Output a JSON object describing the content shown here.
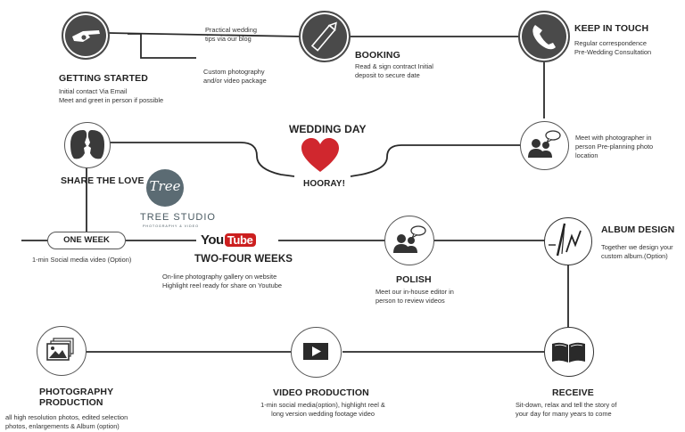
{
  "title": "Wedding Day Timeline",
  "wedding_day": {
    "title": "WEDDING DAY",
    "subtitle": "HOORAY!",
    "heart_color": "#d0272e"
  },
  "steps": {
    "getting_started": {
      "title": "GETTING STARTED",
      "desc_lines": [
        "Initial contact Via Email",
        "Meet and greet in person if possible"
      ]
    },
    "practical_tips": {
      "lines": [
        "Practical wedding",
        "tips via our blog"
      ]
    },
    "custom_package": {
      "lines": [
        "Custom photography",
        "and/or video package"
      ]
    },
    "booking": {
      "title": "BOOKING",
      "desc_lines": [
        "Read & sign contract Initial",
        "deposit to secure date"
      ]
    },
    "keep_in_touch": {
      "title": "KEEP IN TOUCH",
      "desc_lines": [
        "Regular correspondence",
        "Pre-Wedding Consultation"
      ]
    },
    "meet_photographer": {
      "desc_lines": [
        "Meet with photographer in",
        "person Pre-planning photo",
        "location"
      ]
    },
    "share_the_love": {
      "title": "SHARE THE LOVE"
    },
    "one_week": {
      "title": "ONE WEEK",
      "desc": "1-min Social media video (Option)"
    },
    "two_four_weeks": {
      "title": "TWO-FOUR WEEKS",
      "desc_lines": [
        "On-line photography gallery on website",
        "Highlight reel ready for share on Youtube"
      ]
    },
    "polish": {
      "title": "POLISH",
      "desc_lines": [
        "Meet our in-house editor in",
        "person to review videos"
      ]
    },
    "album_design": {
      "title": "ALBUM DESIGN",
      "desc_lines": [
        "Together we design your",
        "custom album.(Option)"
      ]
    },
    "photography_production": {
      "title_lines": [
        "PHOTOGRAPHY",
        "PRODUCTION"
      ],
      "desc_lines": [
        "all high resolution photos, edited selection",
        "photos, enlargements & Album (option)"
      ]
    },
    "video_production": {
      "title": "VIDEO PRODUCTION",
      "desc_lines": [
        "1-min social media(option), highlight reel &",
        "long version wedding footage video"
      ]
    },
    "receive": {
      "title": "RECEIVE",
      "desc_lines": [
        "Sit-down, relax and tell  the story of",
        "your day for many years to come"
      ]
    }
  },
  "brand": {
    "logo_text": "Tree",
    "name": "TREE STUDIO",
    "tagline": "PHOTOGRAPHY & VIDEO",
    "color": "#5b6b73"
  },
  "youtube": {
    "you": "You",
    "tube": "Tube",
    "badge_color": "#cc1f1f"
  },
  "icons": {
    "getting_started": "pointing-hand-icon",
    "booking": "pen-icon",
    "keep_in_touch": "phone-icon",
    "meet_photographer": "people-chat-icon",
    "share_the_love": "kissing-couple-icon",
    "polish": "people-chat-icon",
    "album_design": "drawing-pen-icon",
    "photography_production": "photo-stack-icon",
    "video_production": "play-icon",
    "receive": "open-book-icon"
  }
}
